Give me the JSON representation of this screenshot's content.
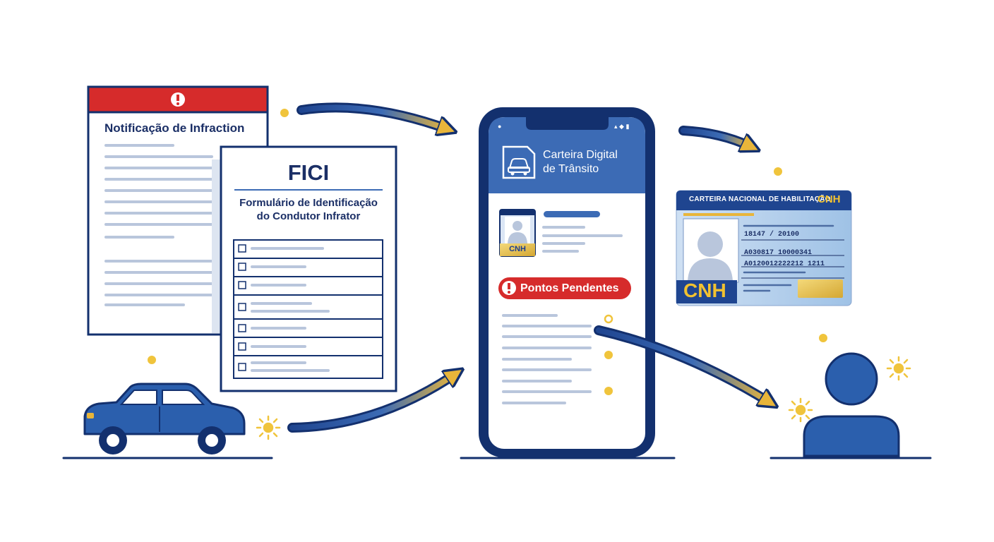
{
  "notice": {
    "title": "Notificação de Infraction",
    "alert_icon": "exclamation-icon"
  },
  "fici": {
    "title": "FICI",
    "subtitle_line1": "Formulário de Identificação",
    "subtitle_line2": "do Condutor Infrator"
  },
  "phone": {
    "app_title_line1": "Carteira Digital",
    "app_title_line2": "de Trânsito",
    "cnh_label": "CNH",
    "pending_label": "Pontos Pendentes"
  },
  "license_card": {
    "title": "CARTEIRA NACIONAL DE HABILITAÇÃO",
    "cnh_top": "CNH",
    "cnh_big": "CNH",
    "number1": "18147 / 20100",
    "number2": "A030817 10000341",
    "number3": "A0120012222212 1211"
  },
  "icons": [
    "car-icon",
    "person-icon",
    "sun-icon",
    "arrow-icon",
    "checkbox-icon"
  ],
  "colors": {
    "navy": "#13306e",
    "blue": "#2b5fad",
    "header_red": "#d62b2b",
    "accent_yellow": "#e8b53a",
    "line_gray": "#b9c6dc"
  }
}
